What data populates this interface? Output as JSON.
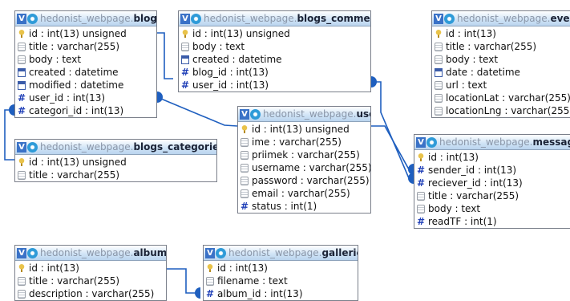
{
  "db": "hedonist_webpage.",
  "tables": [
    {
      "id": "blogs",
      "name": "blogs",
      "rows": [
        {
          "icon": "key",
          "text": "id : int(13) unsigned"
        },
        {
          "icon": "text",
          "text": "title : varchar(255)"
        },
        {
          "icon": "text",
          "text": "body : text"
        },
        {
          "icon": "date",
          "text": "created : datetime"
        },
        {
          "icon": "date",
          "text": "modified : datetime"
        },
        {
          "icon": "hash",
          "text": "user_id : int(13)"
        },
        {
          "icon": "hash",
          "text": "categori_id : int(13)"
        }
      ]
    },
    {
      "id": "blogs_comments",
      "name": "blogs_comments",
      "rows": [
        {
          "icon": "key",
          "text": "id : int(13) unsigned"
        },
        {
          "icon": "text",
          "text": "body : text"
        },
        {
          "icon": "date",
          "text": "created : datetime"
        },
        {
          "icon": "hash",
          "text": "blog_id : int(13)"
        },
        {
          "icon": "hash",
          "text": "user_id : int(13)"
        }
      ]
    },
    {
      "id": "events",
      "name": "events",
      "rows": [
        {
          "icon": "key",
          "text": "id : int(13)"
        },
        {
          "icon": "text",
          "text": "title : varchar(255)"
        },
        {
          "icon": "text",
          "text": "body : text"
        },
        {
          "icon": "date",
          "text": "date : datetime"
        },
        {
          "icon": "text",
          "text": "url : text"
        },
        {
          "icon": "text",
          "text": "locationLat : varchar(255)"
        },
        {
          "icon": "text",
          "text": "locationLng : varchar(255)"
        }
      ]
    },
    {
      "id": "users",
      "name": "users",
      "rows": [
        {
          "icon": "key",
          "text": "id : int(13) unsigned"
        },
        {
          "icon": "text",
          "text": "ime : varchar(255)"
        },
        {
          "icon": "text",
          "text": "priimek : varchar(255)"
        },
        {
          "icon": "text",
          "text": "username : varchar(255)"
        },
        {
          "icon": "text",
          "text": "password : varchar(255)"
        },
        {
          "icon": "text",
          "text": "email : varchar(255)"
        },
        {
          "icon": "hash",
          "text": "status : int(1)"
        }
      ]
    },
    {
      "id": "blogs_categories",
      "name": "blogs_categories",
      "rows": [
        {
          "icon": "key",
          "text": "id : int(13) unsigned"
        },
        {
          "icon": "text",
          "text": "title : varchar(255)"
        }
      ]
    },
    {
      "id": "messages",
      "name": "messages",
      "rows": [
        {
          "icon": "key",
          "text": "id : int(13)"
        },
        {
          "icon": "hash",
          "text": "sender_id : int(13)"
        },
        {
          "icon": "hash",
          "text": "reciever_id : int(13)"
        },
        {
          "icon": "text",
          "text": "title : varchar(255)"
        },
        {
          "icon": "text",
          "text": "body : text"
        },
        {
          "icon": "hash",
          "text": "readTF : int(1)"
        }
      ]
    },
    {
      "id": "albums",
      "name": "albums",
      "rows": [
        {
          "icon": "key",
          "text": "id : int(13)"
        },
        {
          "icon": "text",
          "text": "title : varchar(255)"
        },
        {
          "icon": "text",
          "text": "description : varchar(255)"
        }
      ]
    },
    {
      "id": "galleries",
      "name": "galleries",
      "rows": [
        {
          "icon": "key",
          "text": "id : int(13)"
        },
        {
          "icon": "text",
          "text": "filename : text"
        },
        {
          "icon": "hash",
          "text": "album_id : int(13)"
        }
      ]
    }
  ],
  "link_color": "#1f5fbf"
}
